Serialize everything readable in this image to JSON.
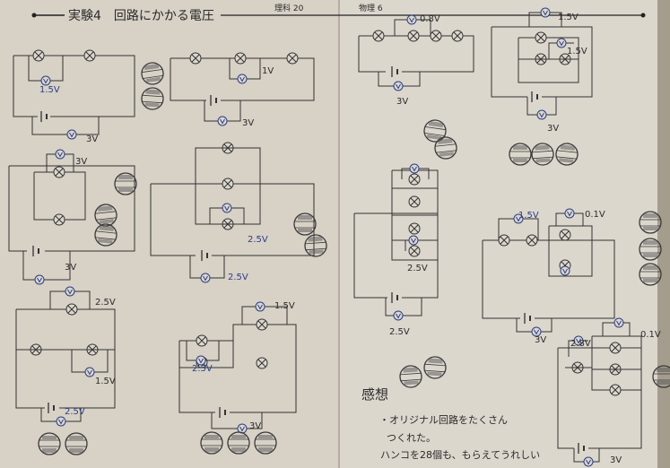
{
  "header": {
    "title": "実験4　回路にかかる電圧",
    "class_info": "理科 20",
    "subject_info": "物理 6"
  },
  "voltage_labels": {
    "c1_meter": "1.5V",
    "c1_battery": "3V",
    "c2_meter": "1V",
    "c2_battery": "3V",
    "c3_top": "3V",
    "c3_battery": "3V",
    "c4_meter": "2.5V",
    "c4_battery": "2.5V",
    "c5_top": "2.5V",
    "c5_meter": "1.5V",
    "c5_battery": "2.5V",
    "c6_top": "1.5V",
    "c6_left": "2.5V",
    "c6_battery": "3V",
    "c7_meter": "0.8V",
    "c7_battery": "3V",
    "c8_meter": "2.5V",
    "c8_battery": "2.5V",
    "c9_top": "1.5V",
    "c9_mid": "1.5V",
    "c9_battery": "3V",
    "c10_a": "1.5V",
    "c10_b": "0.1V",
    "c10_battery": "3V",
    "c11_a": "2.8V",
    "c11_b": "0.1V",
    "c11_battery": "3V"
  },
  "impressions": {
    "heading": "感想",
    "line1": "・オリジナル回路をたくさん",
    "line2": "つくれた。",
    "line3": "ハンコを28個も、もらえてうれしい"
  }
}
